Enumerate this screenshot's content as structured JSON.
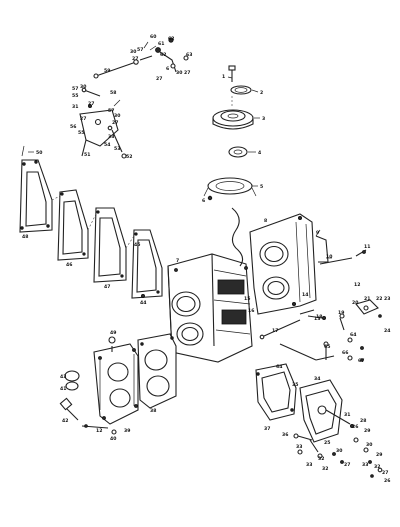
{
  "callouts": {
    "c1": "1",
    "c2": "2",
    "c3": "3",
    "c4": "4",
    "c5": "5",
    "c6": "6",
    "c7": "7",
    "c8": "8",
    "c9": "9",
    "c10": "10",
    "c11": "11",
    "c12": "12",
    "c13": "13",
    "c14": "14",
    "c15": "15",
    "c16": "16",
    "c17": "17",
    "c18": "18",
    "c19": "19",
    "c20": "20",
    "c21": "21",
    "c22": "22",
    "c23": "23",
    "c24": "24",
    "c25": "25",
    "c26": "26",
    "c27": "27",
    "c28": "28",
    "c29": "29",
    "c30": "30",
    "c31": "31",
    "c32": "32",
    "c33": "33",
    "c34": "34",
    "c35": "35",
    "c36": "36",
    "c37": "37",
    "c38": "38",
    "c39": "39",
    "c40": "40",
    "c41": "41",
    "c42": "42",
    "c43": "43",
    "c44": "44",
    "c45": "45",
    "c46": "46",
    "c47": "47",
    "c48": "48",
    "c49": "49",
    "c50": "50",
    "c51": "51",
    "c52": "52",
    "c53": "53",
    "c54": "54",
    "c55": "55",
    "c56": "56",
    "c57": "57",
    "c58": "58",
    "c59": "59",
    "c60": "60",
    "c61": "61",
    "c62": "62",
    "c63": "63",
    "c64": "64",
    "c65": "65",
    "c66": "66",
    "c67": "67"
  }
}
